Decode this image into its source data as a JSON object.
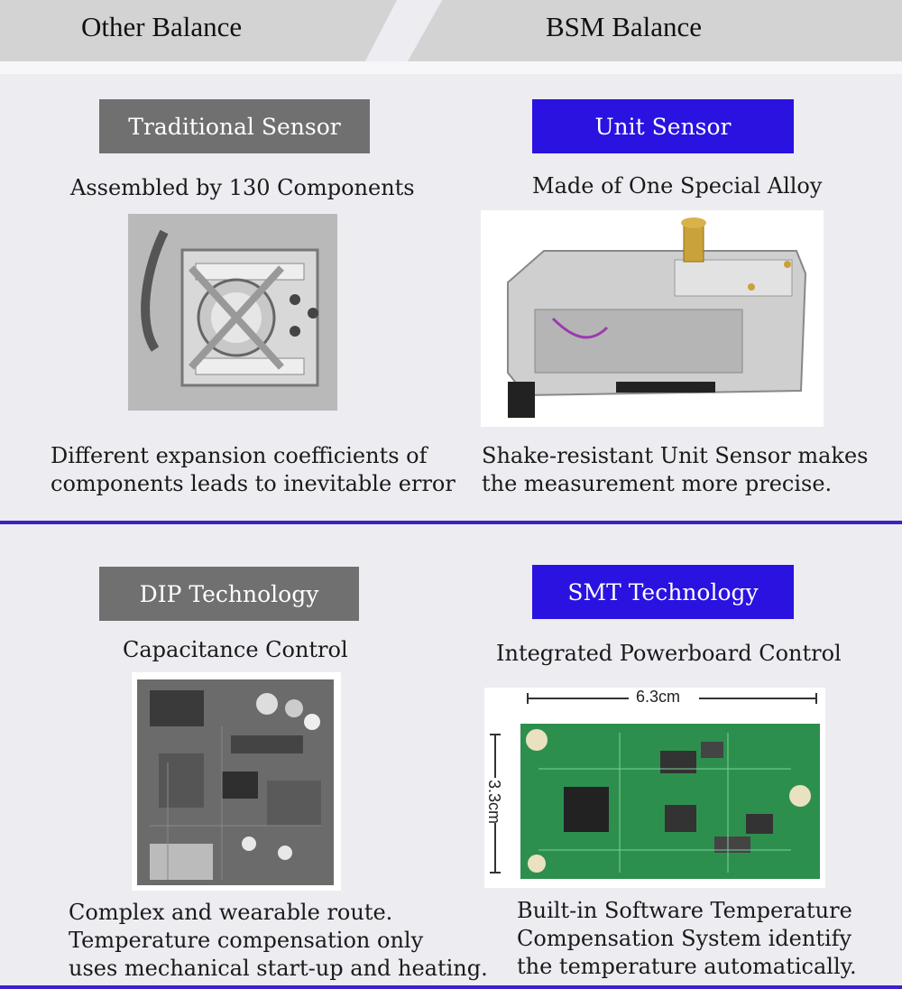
{
  "header": {
    "left_title": "Other Balance",
    "right_title": "BSM Balance"
  },
  "section1": {
    "left": {
      "label": "Traditional Sensor",
      "caption": "Assembled by 130 Components",
      "description_line1": "Different expansion coefficients of",
      "description_line2": "components leads to inevitable error"
    },
    "right": {
      "label": "Unit Sensor",
      "caption": "Made of One Special Alloy",
      "description_line1": "Shake-resistant Unit Sensor makes",
      "description_line2": "the measurement more precise."
    }
  },
  "section2": {
    "left": {
      "label": "DIP Technology",
      "caption": "Capacitance Control",
      "description_line1": "Complex and wearable route.",
      "description_line2": "Temperature compensation only",
      "description_line3": "uses mechanical start-up and heating."
    },
    "right": {
      "label": "SMT Technology",
      "caption": "Integrated Powerboard Control",
      "width_label": "6.3cm",
      "height_label": "3.3cm",
      "description_line1": "Built-in Software Temperature",
      "description_line2": "Compensation System identify",
      "description_line3": "the temperature automatically."
    }
  },
  "colors": {
    "accent_blue": "#2a12e0",
    "label_gray": "#707070",
    "divider": "#3a22c8",
    "header_bg": "#d3d3d3",
    "page_bg": "#ececf1"
  }
}
